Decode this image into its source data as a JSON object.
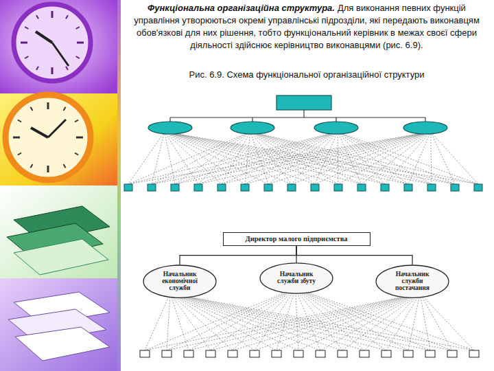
{
  "diagram": {
    "title": "Функціональна організаційна структура.",
    "caption": "Рис. 6.9. Схема функціональної організаційної структури",
    "nodes": [
      {
        "text": [
          "Директор малого підприємства"
        ]
      },
      {
        "text": [
          "Начальник економічної служби"
        ]
      },
      {
        "text": [
          "Начальник служби збуту"
        ]
      },
      {
        "text": [
          "Начальник служби постачання"
        ]
      }
    ],
    "edges": [
      {
        "from": 0,
        "to": 1,
        "arrow": "none"
      },
      {
        "from": 0,
        "to": 2,
        "arrow": "none"
      },
      {
        "from": 0,
        "to": 3,
        "arrow": "none"
      }
    ],
    "labels": [
      "Для виконання певних функцій управління утворюються окремі управлінські підрозділи, які передають виконавцям обов'язкові для них рішення, тобто функціональний керівник в межах своєї сфери діяльності здійснює керівництво виконавцями (рис. 6.9)."
    ]
  }
}
